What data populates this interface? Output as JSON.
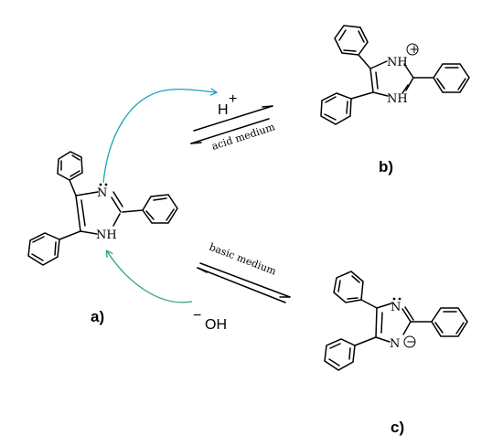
{
  "labels": {
    "a": "a)",
    "b": "b)",
    "c": "c)"
  },
  "atoms": {
    "N": "N",
    "NH": "NH",
    "N_minus": "N",
    "plus_sign": "+",
    "minus_sign": "−"
  },
  "reagents": {
    "proton": "H",
    "proton_charge": "+",
    "hydroxide": "OH",
    "hydroxide_charge": "−"
  },
  "conditions": {
    "acid": "acid medium",
    "basic": "basic medium"
  },
  "colors": {
    "acid_arrow": "#1aa6b7",
    "base_arrow": "#27a86b",
    "ink": "#000000"
  }
}
